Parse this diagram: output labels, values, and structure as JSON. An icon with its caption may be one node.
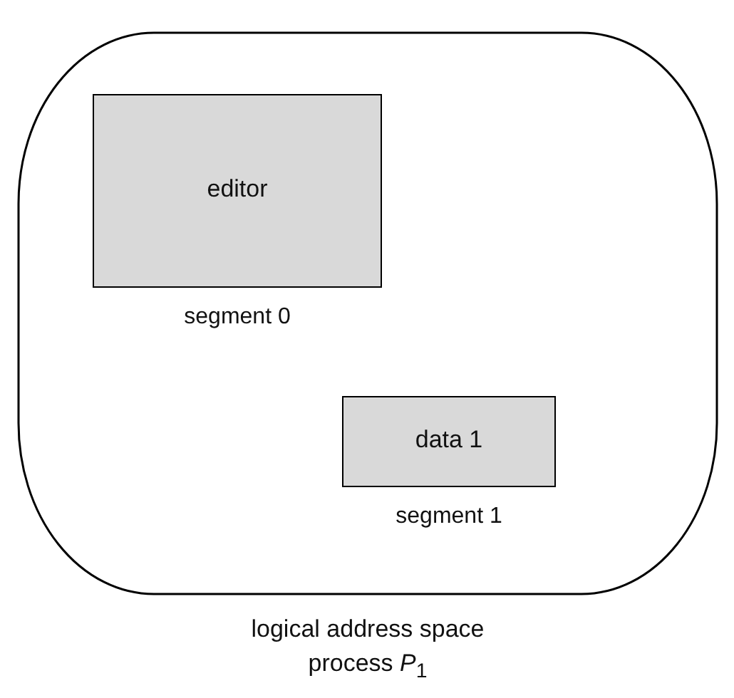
{
  "diagram": {
    "nodes": [
      {
        "text": [
          "logical address space process *P*$_{1}$"
        ]
      },
      {
        "text": [
          "editor"
        ],
        "in": 0,
        "beside": [
          "segment 0"
        ]
      },
      {
        "text": [
          "data 1"
        ],
        "in": 0,
        "beside": [
          "segment 1"
        ]
      }
    ]
  }
}
